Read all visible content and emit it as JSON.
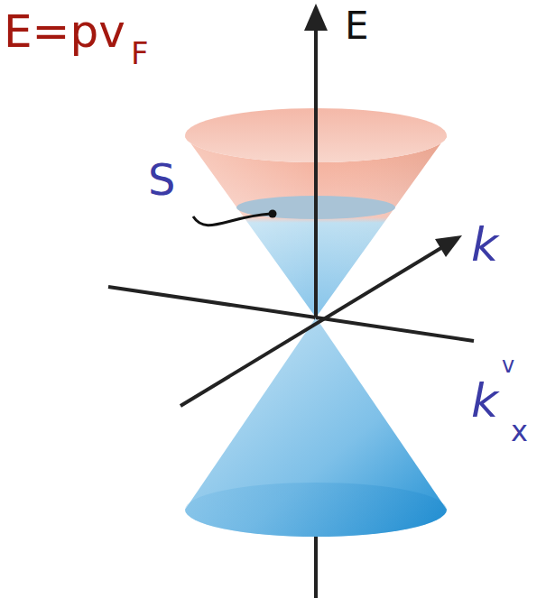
{
  "diagram": {
    "labels": [
      "E=pv",
      "F",
      "E",
      "S",
      "k",
      "v",
      "k",
      "x"
    ]
  }
}
